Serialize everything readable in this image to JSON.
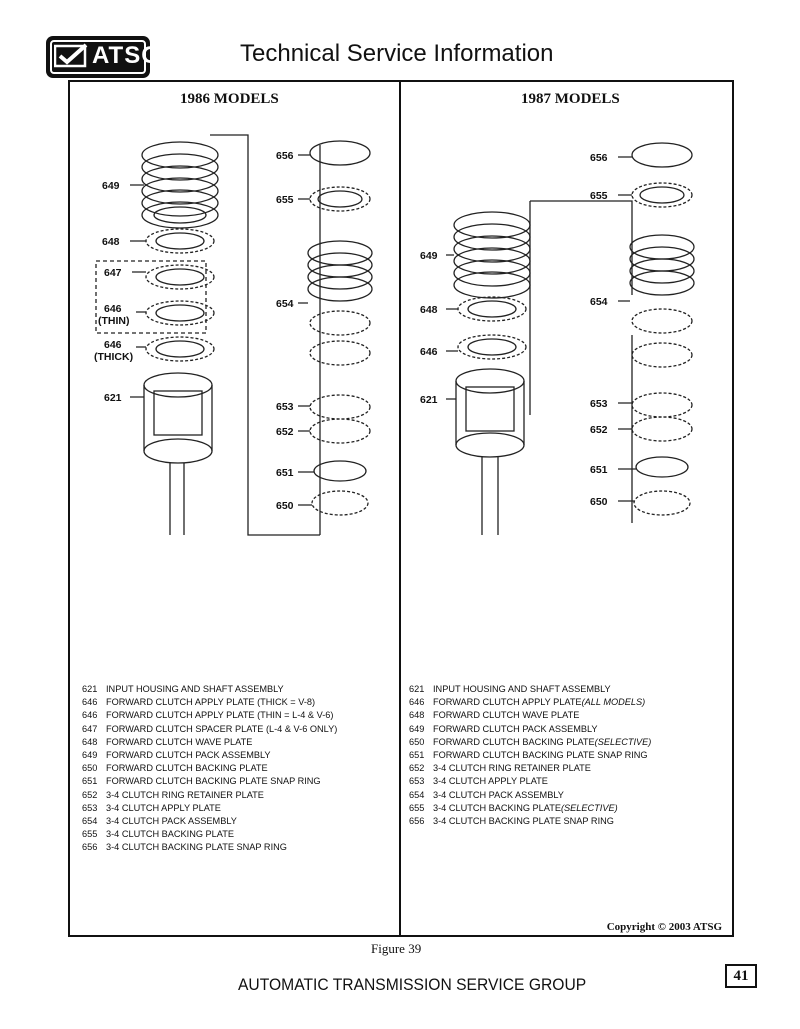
{
  "header": {
    "logo_text": "ATSG",
    "title": "Technical Service Information"
  },
  "left": {
    "heading": "1986 MODELS",
    "callouts": [
      "656",
      "655",
      "649",
      "648",
      "647",
      "646\n(THIN)",
      "646\n(THICK)",
      "621",
      "654",
      "653",
      "652",
      "651",
      "650"
    ],
    "legend": [
      {
        "num": "621",
        "text": "INPUT HOUSING AND SHAFT ASSEMBLY"
      },
      {
        "num": "646",
        "text": "FORWARD CLUTCH APPLY PLATE  (THICK = V-8)"
      },
      {
        "num": "646",
        "text": "FORWARD CLUTCH APPLY PLATE  (THIN = L-4 & V-6)"
      },
      {
        "num": "647",
        "text": "FORWARD CLUTCH SPACER PLATE  (L-4 & V-6 ONLY)"
      },
      {
        "num": "648",
        "text": "FORWARD CLUTCH WAVE PLATE"
      },
      {
        "num": "649",
        "text": "FORWARD CLUTCH PACK ASSEMBLY"
      },
      {
        "num": "650",
        "text": "FORWARD CLUTCH BACKING PLATE"
      },
      {
        "num": "651",
        "text": "FORWARD CLUTCH BACKING PLATE SNAP RING"
      },
      {
        "num": "652",
        "text": "3-4 CLUTCH RING RETAINER PLATE"
      },
      {
        "num": "653",
        "text": "3-4 CLUTCH APPLY PLATE"
      },
      {
        "num": "654",
        "text": "3-4 CLUTCH PACK ASSEMBLY"
      },
      {
        "num": "655",
        "text": "3-4 CLUTCH BACKING PLATE"
      },
      {
        "num": "656",
        "text": "3-4 CLUTCH BACKING PLATE SNAP RING"
      }
    ]
  },
  "right": {
    "heading": "1987 MODELS",
    "callouts": [
      "656",
      "655",
      "649",
      "648",
      "646",
      "621",
      "654",
      "653",
      "652",
      "651",
      "650"
    ],
    "legend": [
      {
        "num": "621",
        "text": "INPUT HOUSING AND SHAFT ASSEMBLY",
        "italic": ""
      },
      {
        "num": "646",
        "text": "FORWARD CLUTCH APPLY PLATE",
        "italic": "(ALL MODELS)"
      },
      {
        "num": "648",
        "text": "FORWARD CLUTCH WAVE PLATE",
        "italic": ""
      },
      {
        "num": "649",
        "text": "FORWARD CLUTCH PACK ASSEMBLY",
        "italic": ""
      },
      {
        "num": "650",
        "text": "FORWARD CLUTCH BACKING PLATE",
        "italic": "(SELECTIVE)"
      },
      {
        "num": "651",
        "text": "FORWARD CLUTCH BACKING PLATE SNAP RING",
        "italic": ""
      },
      {
        "num": "652",
        "text": "3-4 CLUTCH RING RETAINER PLATE",
        "italic": ""
      },
      {
        "num": "653",
        "text": "3-4 CLUTCH APPLY PLATE",
        "italic": ""
      },
      {
        "num": "654",
        "text": "3-4 CLUTCH PACK ASSEMBLY",
        "italic": ""
      },
      {
        "num": "655",
        "text": "3-4 CLUTCH BACKING PLATE",
        "italic": "(SELECTIVE)"
      },
      {
        "num": "656",
        "text": "3-4 CLUTCH BACKING PLATE SNAP RING",
        "italic": ""
      }
    ]
  },
  "copyright": "Copyright © 2003 ATSG",
  "figure_caption": "Figure 39",
  "footer": {
    "org": "AUTOMATIC TRANSMISSION SERVICE GROUP",
    "page_number": "41"
  }
}
